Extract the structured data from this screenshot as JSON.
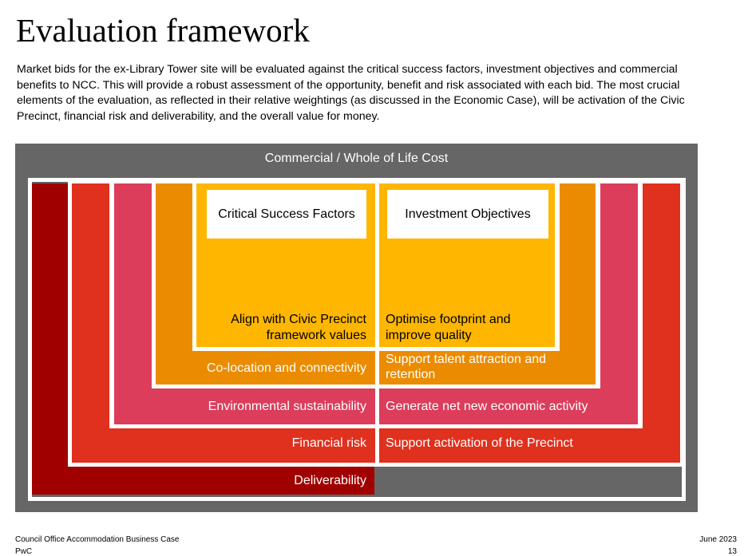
{
  "page": {
    "title": "Evaluation framework",
    "intro": "Market bids for the ex-Library Tower site will be evaluated against the critical success factors, investment objectives and commercial benefits to NCC. This will provide a robust assessment of the opportunity, benefit and risk associated with each bid. The most crucial elements of the evaluation, as reflected in their relative weightings (as discussed in the Economic Case), will be activation of the Civic Precinct, financial risk and deliverability, and the overall value for money."
  },
  "diagram": {
    "outer_label": "Commercial / Whole of Life Cost",
    "headers": {
      "left": "Critical Success Factors",
      "right": "Investment Objectives"
    },
    "levels": [
      {
        "left": "Align with Civic Precinct framework values",
        "right": "Optimise footprint and improve quality",
        "color": "#FFB600"
      },
      {
        "left": "Co-location and connectivity",
        "right": "Support talent attraction and retention",
        "color": "#EB8C00"
      },
      {
        "left": "Environmental sustainability",
        "right": "Generate net new economic activity",
        "color": "#DB3D5B"
      },
      {
        "left": "Financial risk",
        "right": "Support activation of the Precinct",
        "color": "#E0301E"
      },
      {
        "left": "Deliverability",
        "right": "",
        "color": "#A00000"
      }
    ],
    "background_color": "#666666"
  },
  "footer": {
    "left_line1": "Council Office Accommodation Business Case",
    "left_line2": "PwC",
    "right_line1": "June 2023",
    "right_line2": "13"
  }
}
